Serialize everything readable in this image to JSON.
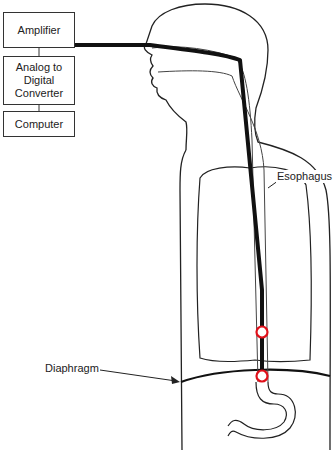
{
  "diagram": {
    "nodes": [
      {
        "text": [
          "Amplifier"
        ]
      },
      {
        "text": [
          "Analog to Digital Converter"
        ]
      },
      {
        "text": [
          "Computer"
        ]
      }
    ],
    "edges": [
      {
        "from": 0,
        "to": 1,
        "arrow": "none"
      },
      {
        "from": 1,
        "to": 2,
        "arrow": "none"
      }
    ],
    "labels": [
      "Esophagus",
      "Diaphragm"
    ]
  }
}
